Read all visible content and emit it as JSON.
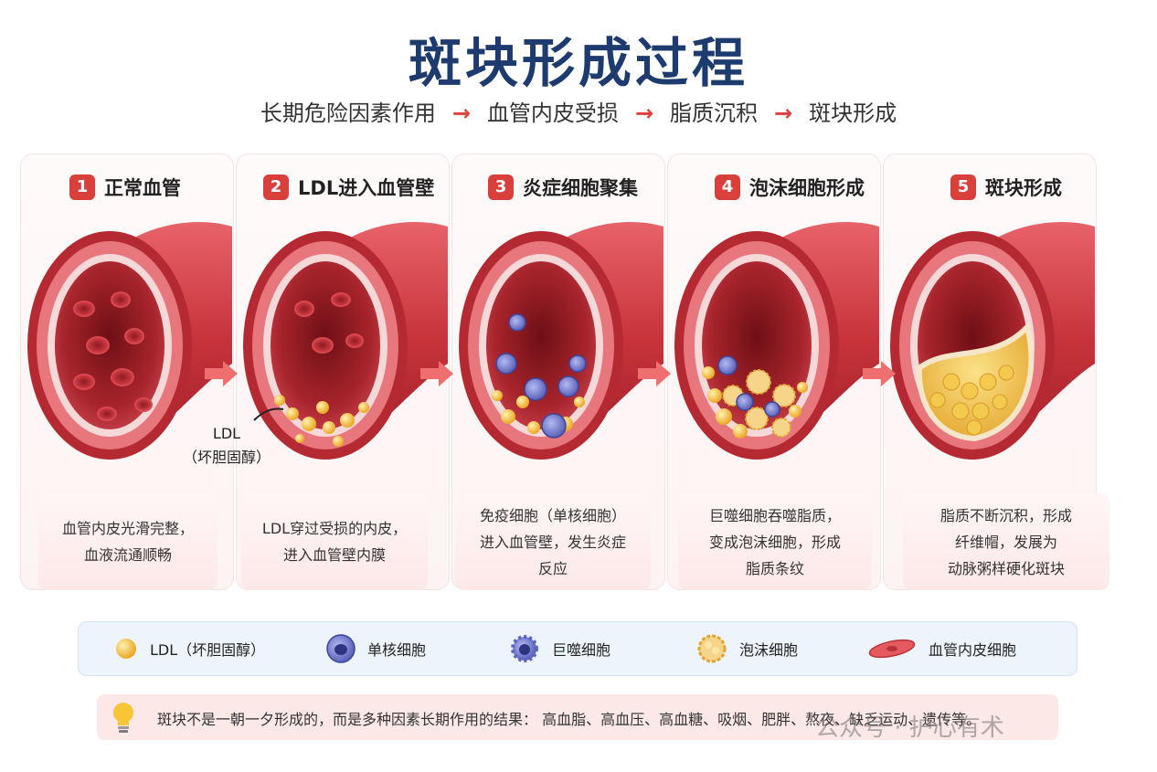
{
  "title": "斑块形成过程",
  "flow": [
    "长期危险因素作用",
    "血管内皮受损",
    "脂质沉积",
    "斑块形成"
  ],
  "flow_arrow": "→",
  "stages": [
    {
      "num": "1",
      "label": "正常血管",
      "caption": "血管内皮光滑完整，\n血液流通顺畅"
    },
    {
      "num": "2",
      "label": "LDL进入血管壁",
      "caption": "LDL穿过受损的内皮，\n进入血管壁内膜"
    },
    {
      "num": "3",
      "label": "炎症细胞聚集",
      "caption": "免疫细胞（单核细胞）\n进入血管壁，发生炎症\n反应"
    },
    {
      "num": "4",
      "label": "泡沫细胞形成",
      "caption": "巨噬细胞吞噬脂质，\n变成泡沫细胞，形成\n脂质条纹"
    },
    {
      "num": "5",
      "label": "斑块形成",
      "caption": "脂质不断沉积，形成\n纤维帽，发展为\n动脉粥样硬化斑块"
    }
  ],
  "ldl_annotation": "LDL\n（坏胆固醇）",
  "legend": [
    {
      "icon": "ldl-particle-icon",
      "label": "LDL（坏胆固醇）"
    },
    {
      "icon": "monocyte-icon",
      "label": "单核细胞"
    },
    {
      "icon": "macrophage-icon",
      "label": "巨噬细胞"
    },
    {
      "icon": "foam-cell-icon",
      "label": "泡沫细胞"
    },
    {
      "icon": "endothelial-cell-icon",
      "label": "血管内皮细胞"
    }
  ],
  "tip": {
    "icon": "lightbulb-icon",
    "text": "斑块不是一朝一夕形成的，而是多种因素长期作用的结果： 高血脂、高血压、高血糖、吸烟、肥胖、熬夜、缺乏运动、遗传等。"
  },
  "watermark": "公众号 · 护心有术",
  "colors": {
    "title": "#1d3b6e",
    "accent": "#d9403c",
    "vessel": "#c8333a",
    "ldl": "#f2b630",
    "monocyte": "#5a63c4"
  }
}
